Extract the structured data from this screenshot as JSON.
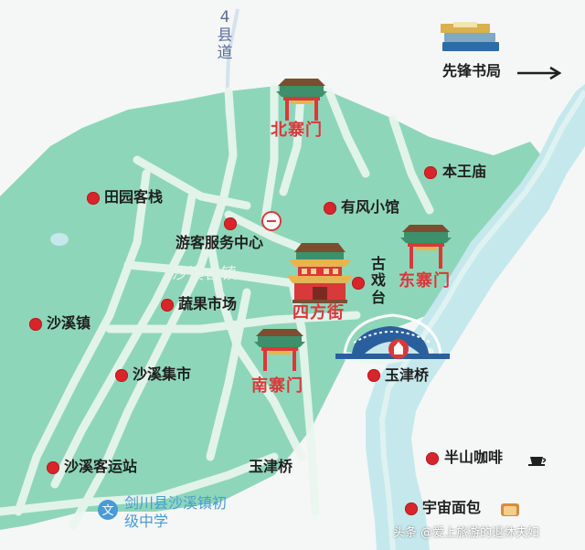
{
  "map": {
    "road_label": "4县道",
    "area_label": "沙溪古镇",
    "bookstore": "先锋书局",
    "gates": {
      "north": "北寨门",
      "east": "东寨门",
      "south": "南寨门"
    },
    "square": "四方街",
    "stage": "古戏台",
    "bridge_name": "玉津桥",
    "bridge_text_lower": "玉津桥",
    "places": {
      "benwangmiao": "本王庙",
      "tianyuan": "田园客栈",
      "youfeng": "有风小馆",
      "visitor_center": "游客服务中心",
      "market_veg": "蔬果市场",
      "shaxi_town": "沙溪镇",
      "shaxi_market": "沙溪集市",
      "bus_station": "沙溪客运站",
      "banshan": "半山咖啡",
      "yuzhou": "宇宙面包"
    },
    "school": "剑川县沙溪镇初级中学",
    "watermark": "头条 @爱上旅游的退休夫妇"
  },
  "colors": {
    "land": "#8ed6b9",
    "river": "#c5e8ec",
    "river_edge": "#e5f4f4",
    "roads": "#eaf6ef",
    "road_outline": "#bfe6d2",
    "poi_dot": "#d8252b",
    "red_text": "#d8393a"
  },
  "icons": {
    "pin": "visitor-center-pin-icon",
    "arrow": "right-arrow-icon",
    "book": "books-icon",
    "coffee": "coffee-cup-icon",
    "bread": "bread-icon",
    "gate": "pavilion-gate-icon",
    "stage": "stage-building-icon",
    "bridge": "arch-bridge-icon",
    "school": "school-badge-icon"
  }
}
